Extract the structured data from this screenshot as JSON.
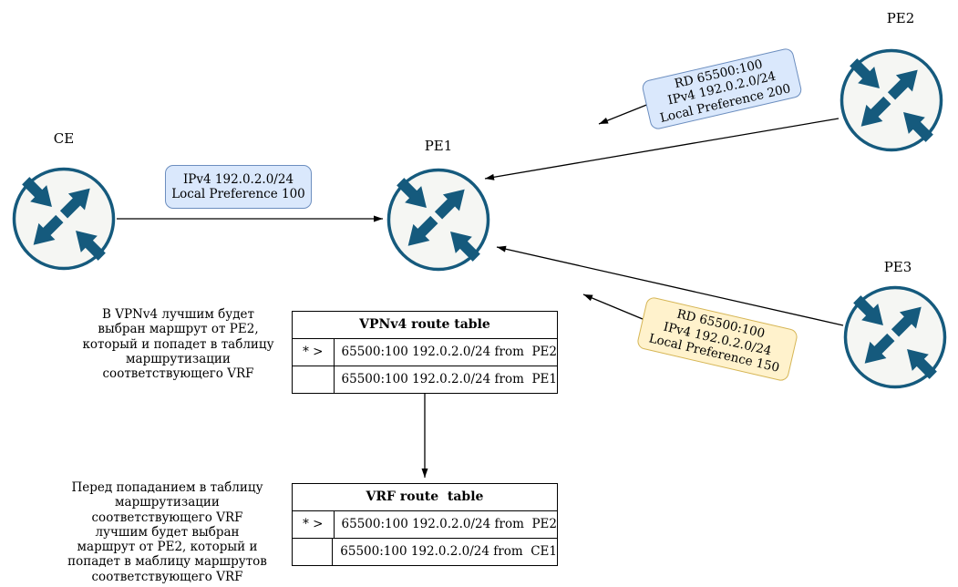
{
  "routers": [
    {
      "id": "ce",
      "label": "CE"
    },
    {
      "id": "pe1",
      "label": "PE1"
    },
    {
      "id": "pe2",
      "label": "PE2"
    },
    {
      "id": "pe3",
      "label": "PE3"
    }
  ],
  "edge_labels": {
    "ce_pe1": {
      "lines": [
        "IPv4 192.0.2.0/24",
        "Local Preference 100"
      ]
    },
    "pe2_pe1": {
      "lines": [
        "RD 65500:100",
        "IPv4 192.0.2.0/24",
        "Local Preference 200"
      ]
    },
    "pe3_pe1": {
      "lines": [
        "RD 65500:100",
        "IPv4 192.0.2.0/24",
        "Local Preference 150"
      ]
    }
  },
  "tables": {
    "vpnv4": {
      "title": "VPNv4 route table",
      "rows": [
        {
          "flag": "* >",
          "route": "65500:100 192.0.2.0/24 from  PE2"
        },
        {
          "flag": "",
          "route": "65500:100 192.0.2.0/24 from  PE1"
        }
      ]
    },
    "vrf": {
      "title": "VRF route  table",
      "rows": [
        {
          "flag": "* >",
          "route": "65500:100 192.0.2.0/24 from  PE2"
        },
        {
          "flag": "",
          "route": "65500:100 192.0.2.0/24 from  CE1"
        }
      ]
    }
  },
  "notes": {
    "vpnv4": {
      "lines": [
        "В VPNv4 лучшим будет",
        "выбран маршрут от PE2,",
        "который и попадет в таблицу",
        "маршрутизации",
        "соответствующего VRF"
      ]
    },
    "vrf": {
      "lines": [
        "Перед попаданием в таблицу",
        "маршрутизации",
        "соответствующего VRF",
        "лучшим будет выбран",
        "маршрут от PE2, который и",
        "попадет в маблицу маршрутов",
        "соответствующего VRF"
      ]
    }
  },
  "colors": {
    "router_stroke": "#155a7d",
    "router_fill": "#f5f6f3",
    "blue_label_fill": "#dae8fc",
    "blue_label_stroke": "#6c8ebf",
    "yellow_label_fill": "#fff2cc",
    "yellow_label_stroke": "#d6b656",
    "line": "#000000"
  }
}
